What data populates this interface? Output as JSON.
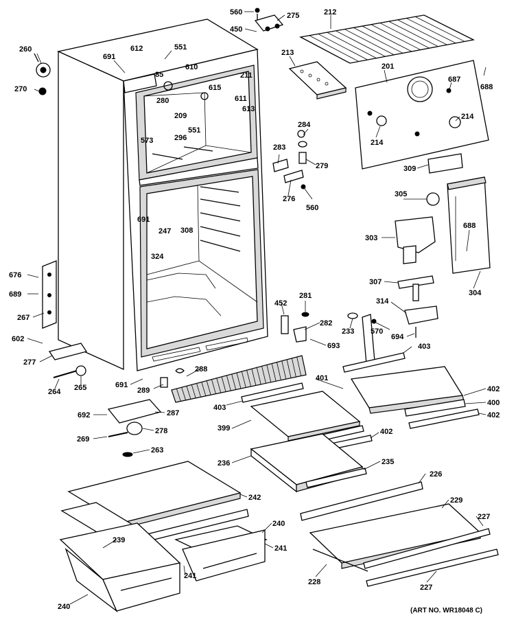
{
  "diagram": {
    "art_number": "(ART NO. WR18048 C)",
    "callouts": {
      "c560a": "560",
      "c275": "275",
      "c212": "212",
      "c450": "450",
      "c260": "260",
      "c612": "612",
      "c551a": "551",
      "c691a": "691",
      "c610": "610",
      "c85": "85",
      "c213": "213",
      "c201": "201",
      "c270": "270",
      "c211": "211",
      "c687": "687",
      "c688a": "688",
      "c615": "615",
      "c611": "611",
      "c613": "613",
      "c280": "280",
      "c209": "209",
      "c214a": "214",
      "c214b": "214",
      "c573": "573",
      "c296": "296",
      "c551b": "551",
      "c284": "284",
      "c283": "283",
      "c279": "279",
      "c309": "309",
      "c276": "276",
      "c560b": "560",
      "c305": "305",
      "c691b": "691",
      "c247": "247",
      "c308": "308",
      "c688b": "688",
      "c303": "303",
      "c324": "324",
      "c676": "676",
      "c307": "307",
      "c304": "304",
      "c689": "689",
      "c281": "281",
      "c452": "452",
      "c314": "314",
      "c267": "267",
      "c282": "282",
      "c233": "233",
      "c570": "570",
      "c694": "694",
      "c693": "693",
      "c602": "602",
      "c403a": "403",
      "c277": "277",
      "c288": "288",
      "c401": "401",
      "c402a": "402",
      "c691c": "691",
      "c264": "264",
      "c265": "265",
      "c289": "289",
      "c403b": "403",
      "c400": "400",
      "c402b": "402",
      "c287": "287",
      "c692": "692",
      "c399": "399",
      "c402c": "402",
      "c269": "269",
      "c278": "278",
      "c263": "263",
      "c236": "236",
      "c235": "235",
      "c226": "226",
      "c242": "242",
      "c229": "229",
      "c227a": "227",
      "c240a": "240",
      "c239": "239",
      "c241a": "241",
      "c241b": "241",
      "c228": "228",
      "c227b": "227",
      "c240b": "240"
    }
  }
}
